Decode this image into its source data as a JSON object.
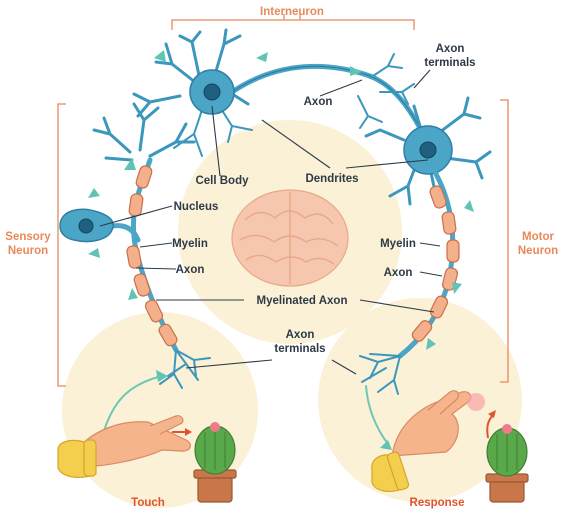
{
  "diagram": {
    "labels": {
      "interneuron": "Interneuron",
      "sensory_neuron_line1": "Sensory",
      "sensory_neuron_line2": "Neuron",
      "motor_neuron_line1": "Motor",
      "motor_neuron_line2": "Neuron",
      "axon_terminals_top_line1": "Axon",
      "axon_terminals_top_line2": "terminals",
      "axon_top": "Axon",
      "cell_body": "Cell Body",
      "dendrites": "Dendrites",
      "nucleus": "Nucleus",
      "myelin_left": "Myelin",
      "myelin_right": "Myelin",
      "axon_left": "Axon",
      "axon_right": "Axon",
      "myelinated_axon": "Myelinated Axon",
      "axon_terminals_bottom_line1": "Axon",
      "axon_terminals_bottom_line2": "terminals",
      "touch": "Touch",
      "response": "Response"
    },
    "icons": {
      "brain": "brain-icon",
      "hand_touch": "hand-touch-icon",
      "hand_response": "hand-response-icon",
      "cactus_left": "cactus-icon",
      "cactus_right": "cactus-icon"
    },
    "colors": {
      "neuron": "#4aa5c6",
      "myelin": "#f3b08a",
      "bracket": "#e8895a",
      "signal_arrow": "#5fc4b3",
      "caption": "#e0532f"
    }
  }
}
